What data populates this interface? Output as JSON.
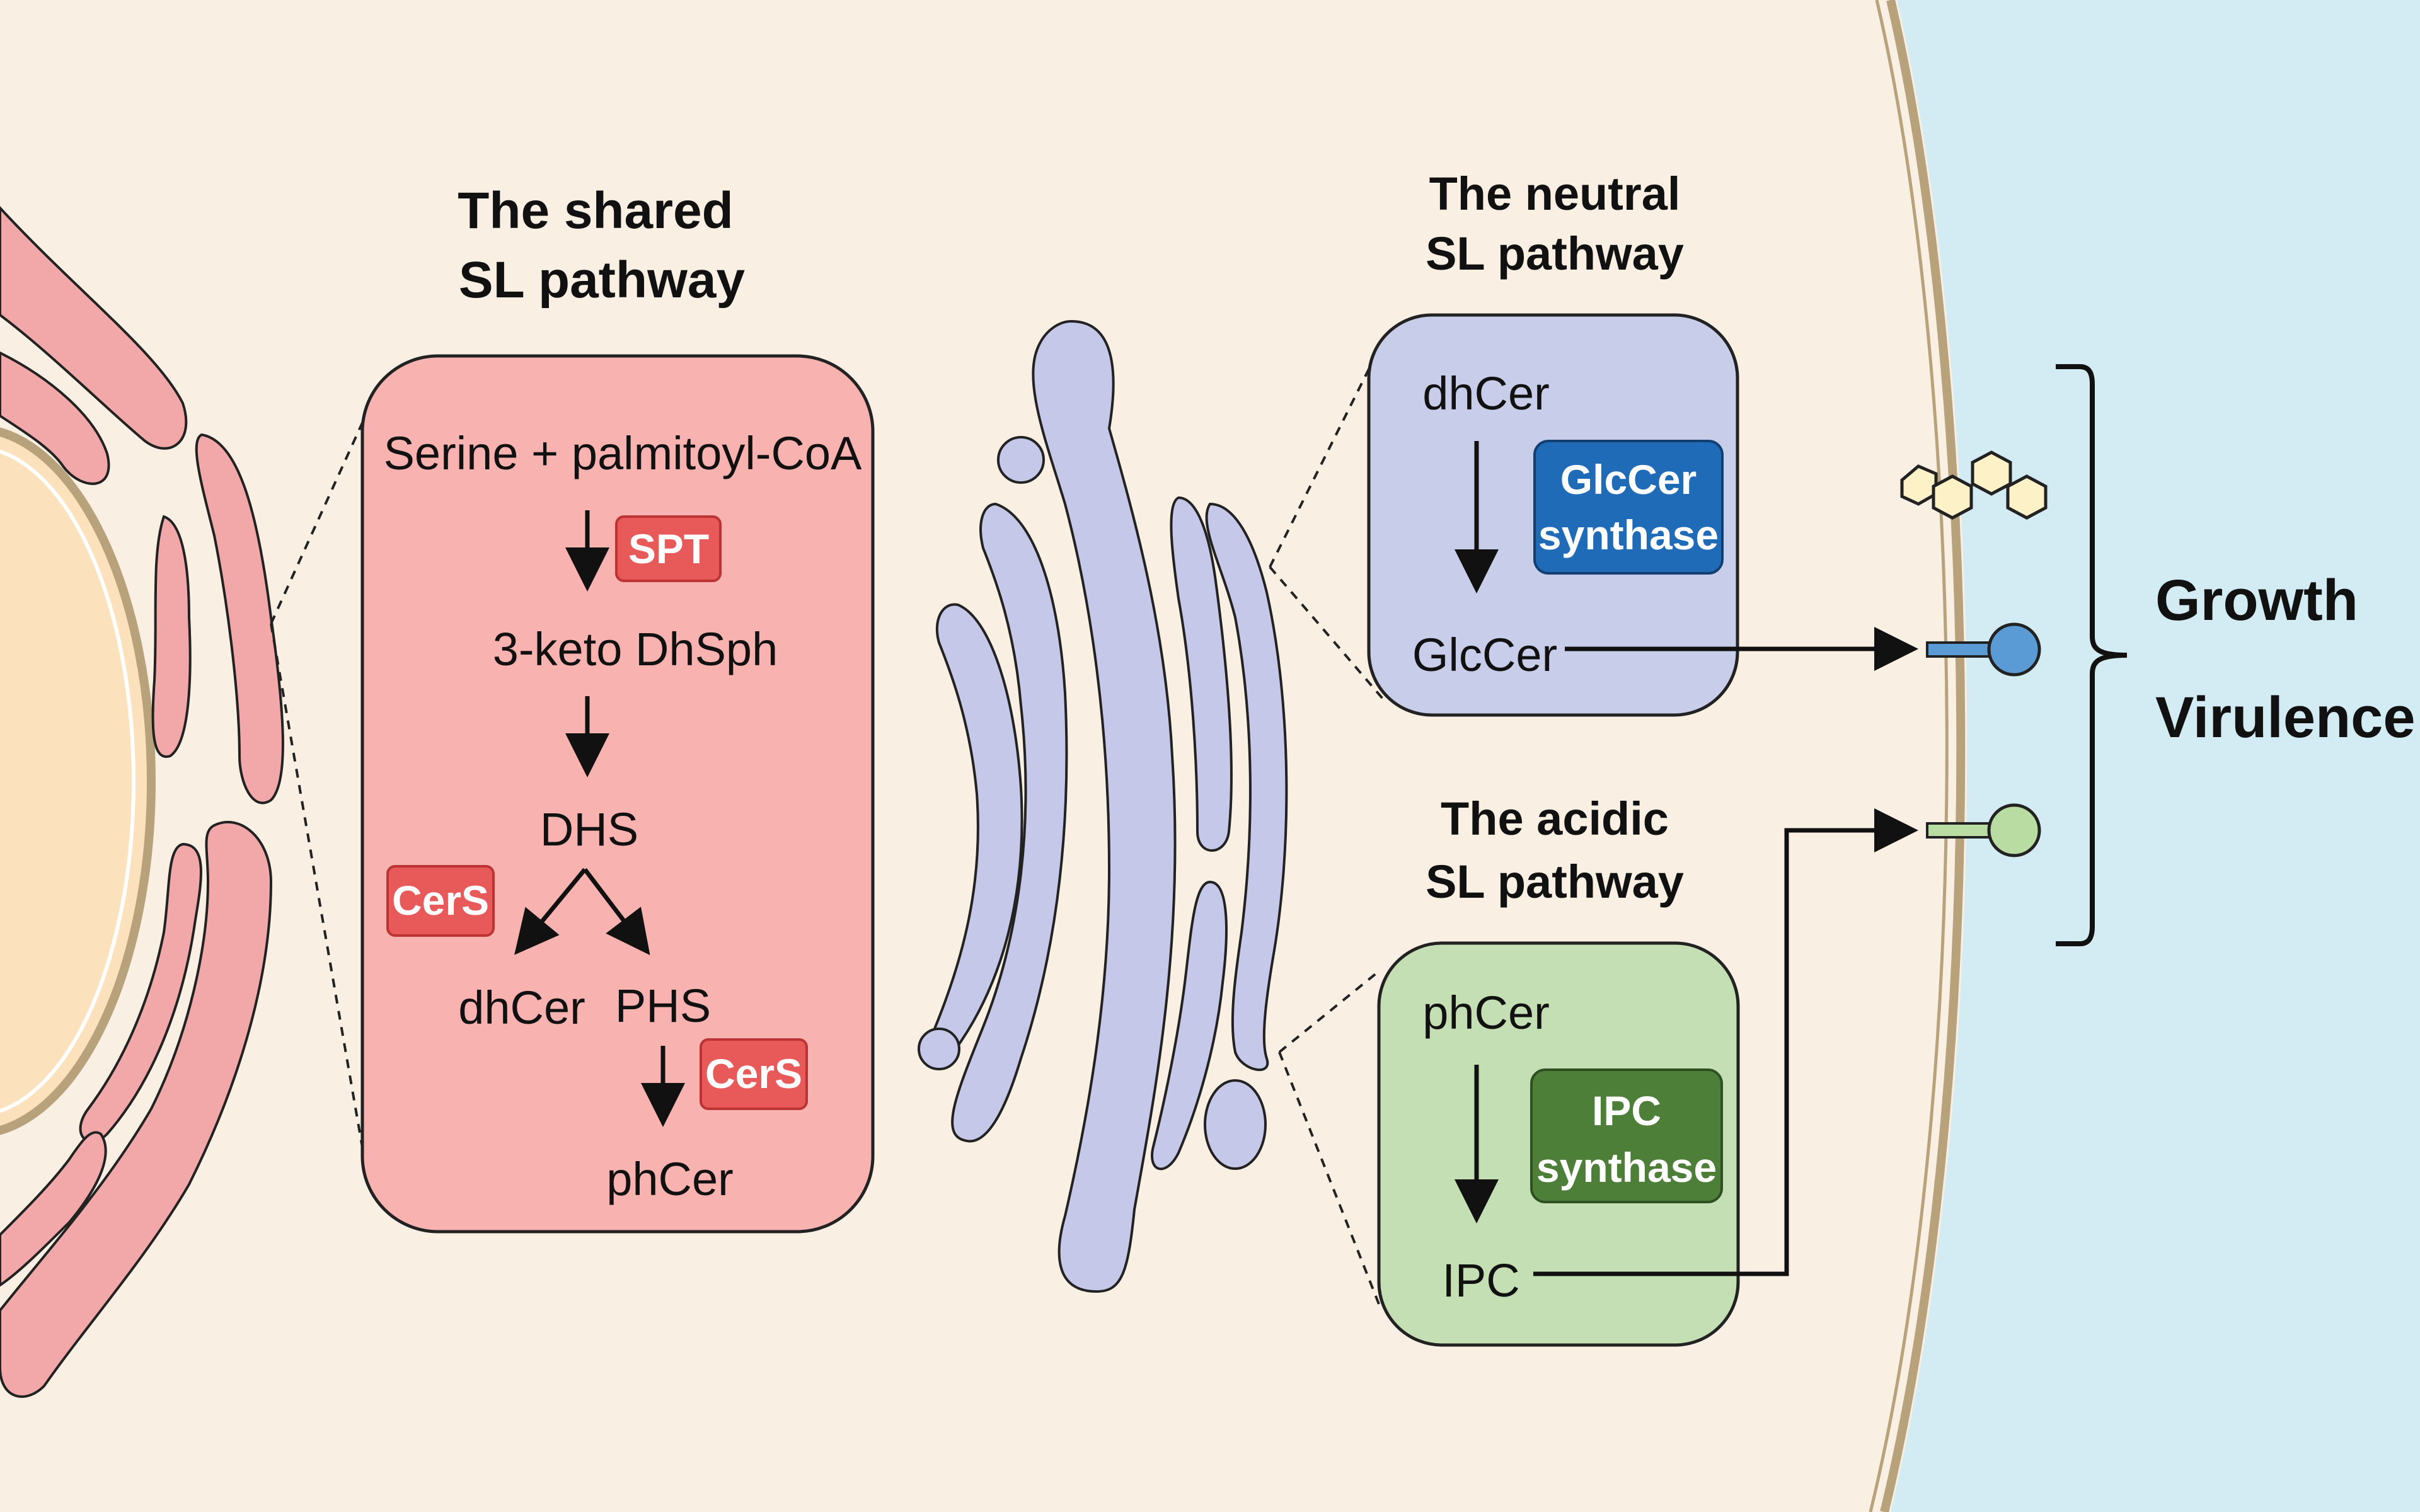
{
  "shared_pathway": {
    "title_line1": "The shared",
    "title_line2": "SL pathway",
    "serine": "Serine + palmitoyl-CoA",
    "spt": "SPT",
    "keto": "3-keto DhSph",
    "dhs": "DHS",
    "cers": "CerS",
    "dhcer": "dhCer",
    "phs": "PHS",
    "phcer": "phCer"
  },
  "neutral_pathway": {
    "title_line1": "The neutral",
    "title_line2": "SL pathway",
    "dhcer": "dhCer",
    "enzyme_line1": "GlcCer",
    "enzyme_line2": "synthase",
    "product": "GlcCer"
  },
  "acidic_pathway": {
    "title_line1": "The acidic",
    "title_line2": "SL pathway",
    "phcer": "phCer",
    "enzyme_line1": "IPC",
    "enzyme_line2": "synthase",
    "product": "IPC"
  },
  "effects": {
    "growth": "Growth",
    "virulence": "Virulence"
  },
  "colors": {
    "cytoplasm": "#f9efe3",
    "exterior": "#d3ecf3",
    "membrane": "#b8a27c",
    "nucleus": "#fbe1bc",
    "er": "#f2a8a8",
    "golgi": "#c5c8e8",
    "shared_box": "#f8b3b0",
    "neutral_box": "#c8cde9",
    "acidic_box": "#c5dfb4",
    "red_badge": "#e85a5a",
    "blue_badge": "#1f6bb8",
    "green_badge": "#4d7f38",
    "glccer_lipid": "#5b9bd5",
    "ipc_lipid": "#b9dca3",
    "glycan": "#fdf1c7"
  }
}
